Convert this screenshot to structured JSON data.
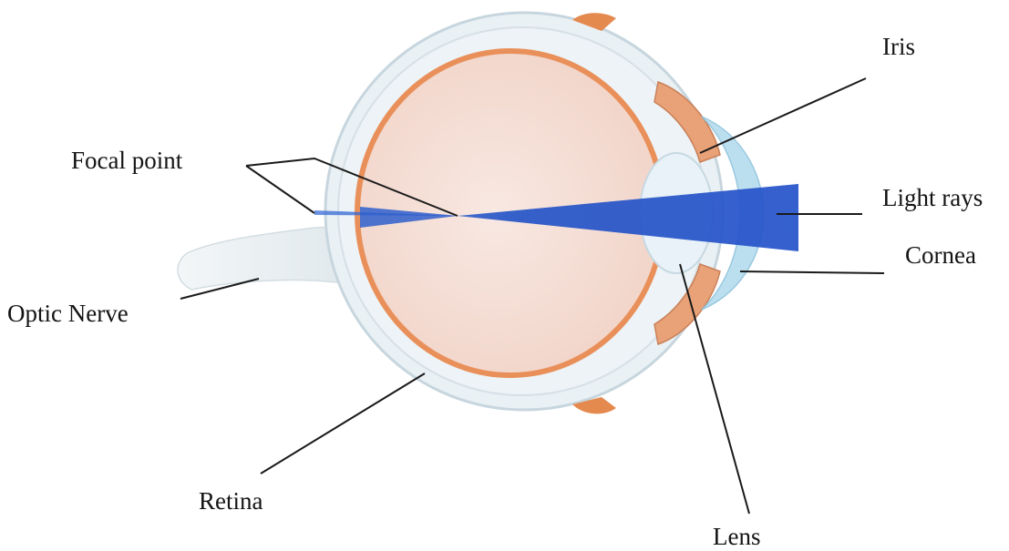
{
  "labels": {
    "iris": "Iris",
    "focal_point": "Focal point",
    "light_rays": "Light rays",
    "cornea": "Cornea",
    "optic_nerve": "Optic Nerve",
    "retina": "Retina",
    "lens": "Lens"
  },
  "colors": {
    "background": "#ffffff",
    "light_ray": "#2f5fcc",
    "retina": "#e9905a",
    "vitreous": "#f4dad0",
    "cornea": "#a9d5ea",
    "leader_line": "#1a1a1a"
  }
}
